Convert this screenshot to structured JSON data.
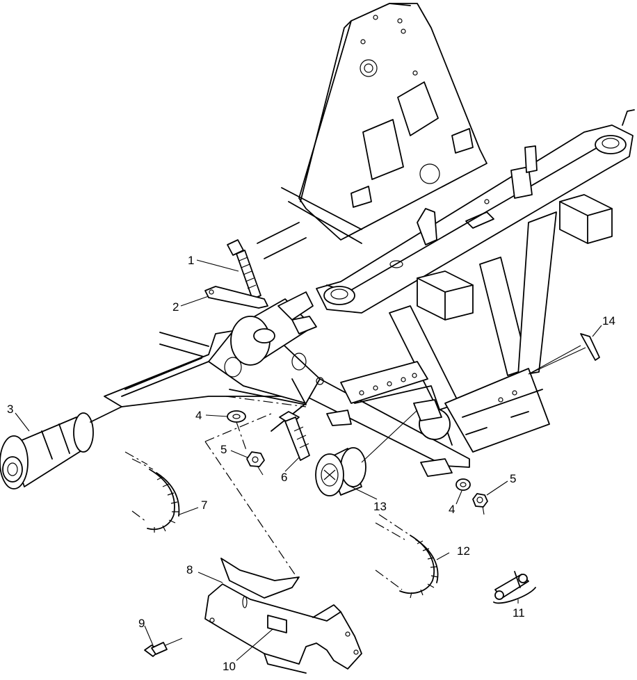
{
  "diagram": {
    "callouts": [
      {
        "id": "1",
        "label": "1"
      },
      {
        "id": "2",
        "label": "2"
      },
      {
        "id": "3",
        "label": "3"
      },
      {
        "id": "4a",
        "label": "4"
      },
      {
        "id": "4b",
        "label": "4"
      },
      {
        "id": "5a",
        "label": "5"
      },
      {
        "id": "5b",
        "label": "5"
      },
      {
        "id": "6",
        "label": "6"
      },
      {
        "id": "7",
        "label": "7"
      },
      {
        "id": "8",
        "label": "8"
      },
      {
        "id": "9",
        "label": "9"
      },
      {
        "id": "10",
        "label": "10"
      },
      {
        "id": "11",
        "label": "11"
      },
      {
        "id": "12",
        "label": "12"
      },
      {
        "id": "13",
        "label": "13"
      },
      {
        "id": "14",
        "label": "14"
      }
    ]
  }
}
